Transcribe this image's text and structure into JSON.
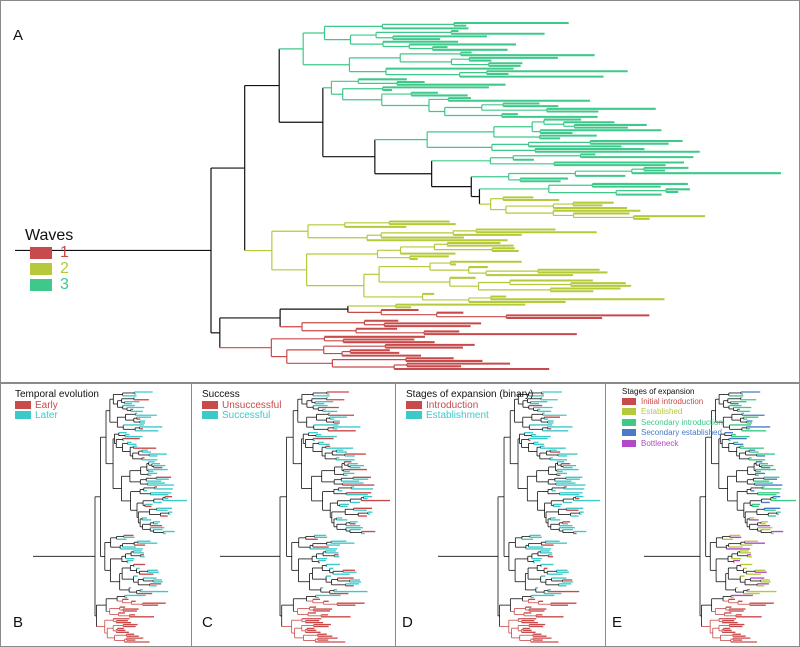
{
  "panels": {
    "A": {
      "label": "A",
      "legend_title": "Waves",
      "legend_items": [
        {
          "text": "1",
          "color": "#c94a4a"
        },
        {
          "text": "2",
          "color": "#b5c93a"
        },
        {
          "text": "3",
          "color": "#3ec98a"
        }
      ]
    },
    "B": {
      "label": "B",
      "legend_title": "Temporal evolution",
      "legend_items": [
        {
          "text": "Early",
          "color": "#c94a4a"
        },
        {
          "text": "Later",
          "color": "#3ec9c9"
        }
      ]
    },
    "C": {
      "label": "C",
      "legend_title": "Success",
      "legend_items": [
        {
          "text": "Unsuccessful",
          "color": "#c94a4a"
        },
        {
          "text": "Successful",
          "color": "#3ec9c9"
        }
      ]
    },
    "D": {
      "label": "D",
      "legend_title": "Stages of expansion (binary)",
      "legend_items": [
        {
          "text": "Introduction",
          "color": "#c94a4a"
        },
        {
          "text": "Establishment",
          "color": "#3ec9c9"
        }
      ]
    },
    "E": {
      "label": "E",
      "legend_title": "Stages of expansion",
      "legend_items": [
        {
          "text": "Initial introduction",
          "color": "#c94a4a"
        },
        {
          "text": "Established",
          "color": "#b5c93a"
        },
        {
          "text": "Secondary introduction",
          "color": "#3ec98a"
        },
        {
          "text": "Secondary established",
          "color": "#4a7ac9"
        },
        {
          "text": "Bottleneck",
          "color": "#b04ac9"
        }
      ]
    }
  }
}
